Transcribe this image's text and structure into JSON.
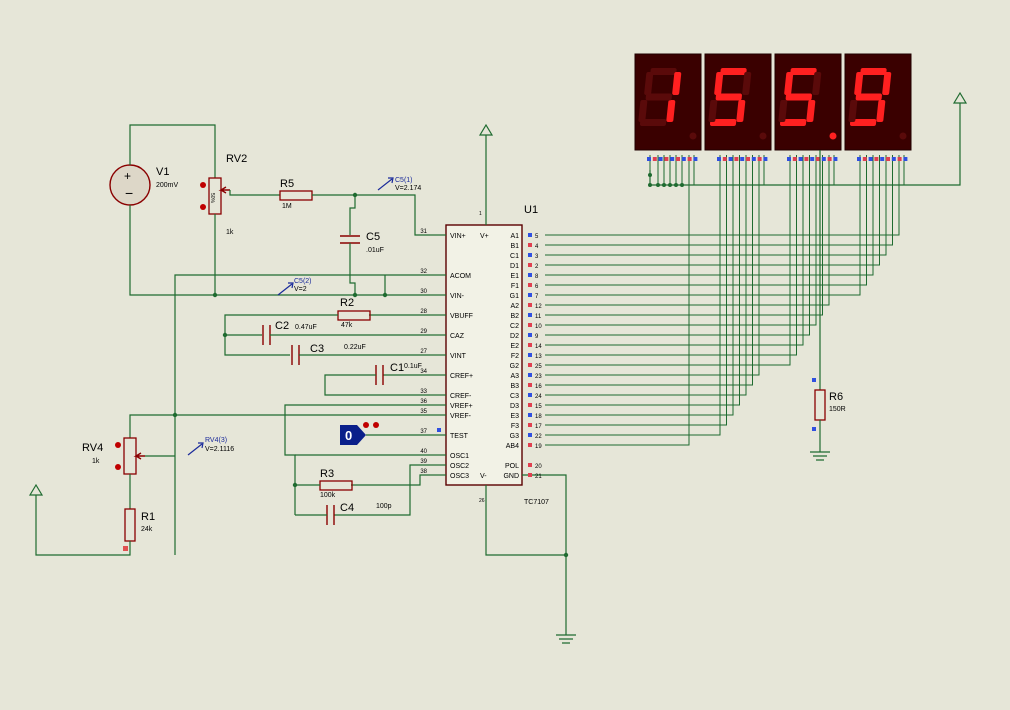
{
  "chip": {
    "name": "U1",
    "part": "TC7107",
    "left_pins": [
      {
        "num": "31",
        "name": "VIN+"
      },
      {
        "num": "32",
        "name": "ACOM"
      },
      {
        "num": "30",
        "name": "VIN-"
      },
      {
        "num": "28",
        "name": "VBUFF"
      },
      {
        "num": "29",
        "name": "CAZ"
      },
      {
        "num": "27",
        "name": "VINT"
      },
      {
        "num": "34",
        "name": "CREF+"
      },
      {
        "num": "33",
        "name": "CREF-"
      },
      {
        "num": "36",
        "name": "VREF+"
      },
      {
        "num": "35",
        "name": "VREF-"
      },
      {
        "num": "37",
        "name": "TEST"
      },
      {
        "num": "40",
        "name": "OSC1"
      },
      {
        "num": "39",
        "name": "OSC2"
      },
      {
        "num": "38",
        "name": "OSC3"
      }
    ],
    "right_pins": [
      {
        "num": "5",
        "name": "A1"
      },
      {
        "num": "4",
        "name": "B1"
      },
      {
        "num": "3",
        "name": "C1"
      },
      {
        "num": "2",
        "name": "D1"
      },
      {
        "num": "8",
        "name": "E1"
      },
      {
        "num": "6",
        "name": "F1"
      },
      {
        "num": "7",
        "name": "G1"
      },
      {
        "num": "12",
        "name": "A2"
      },
      {
        "num": "11",
        "name": "B2"
      },
      {
        "num": "10",
        "name": "C2"
      },
      {
        "num": "9",
        "name": "D2"
      },
      {
        "num": "14",
        "name": "E2"
      },
      {
        "num": "13",
        "name": "F2"
      },
      {
        "num": "25",
        "name": "G2"
      },
      {
        "num": "23",
        "name": "A3"
      },
      {
        "num": "16",
        "name": "B3"
      },
      {
        "num": "24",
        "name": "C3"
      },
      {
        "num": "15",
        "name": "D3"
      },
      {
        "num": "18",
        "name": "E3"
      },
      {
        "num": "17",
        "name": "F3"
      },
      {
        "num": "22",
        "name": "G3"
      },
      {
        "num": "19",
        "name": "AB4"
      }
    ],
    "bottom_pins": [
      {
        "num": "20",
        "name": "POL"
      },
      {
        "num": "21",
        "name": "GND"
      }
    ],
    "power_pins": {
      "vplus": "V+",
      "vminus": "V-",
      "vplus_num": "1",
      "vminus_num": "26"
    }
  },
  "display": {
    "digits": [
      "1",
      "5",
      "5.",
      "9"
    ]
  },
  "components": {
    "v1": {
      "name": "V1",
      "value": "200mV"
    },
    "rv2": {
      "name": "RV2",
      "value": "1k",
      "body": "50%"
    },
    "r5": {
      "name": "R5",
      "value": "1M"
    },
    "c5": {
      "name": "C5",
      "value": ".01uF"
    },
    "r2": {
      "name": "R2",
      "value": "47k"
    },
    "c2": {
      "name": "C2",
      "value": "0.47uF"
    },
    "c3": {
      "name": "C3",
      "value": "0.22uF"
    },
    "c1": {
      "name": "C1",
      "value": "0.1uF"
    },
    "rv4": {
      "name": "RV4",
      "value": "1k"
    },
    "r1": {
      "name": "R1",
      "value": "24k"
    },
    "r3": {
      "name": "R3",
      "value": "100k"
    },
    "c4": {
      "name": "C4",
      "value": "100p"
    },
    "r6": {
      "name": "R6",
      "value": "150R"
    }
  },
  "probes": {
    "c5_1": {
      "name": "C5(1)",
      "value": "V=2.174"
    },
    "c5_2": {
      "name": "C5(2)",
      "value": "V=2"
    },
    "rv4_3": {
      "name": "RV4(3)",
      "value": "V=2.1116"
    }
  },
  "logic_state": {
    "value": "0"
  },
  "colors": {
    "wire": "#1f6b30",
    "component": "#8a0000",
    "segment_on": "#ff2020",
    "segment_off": "#5a0a0a",
    "display_bg": "#3a0000",
    "background": "#e6e6d8"
  }
}
